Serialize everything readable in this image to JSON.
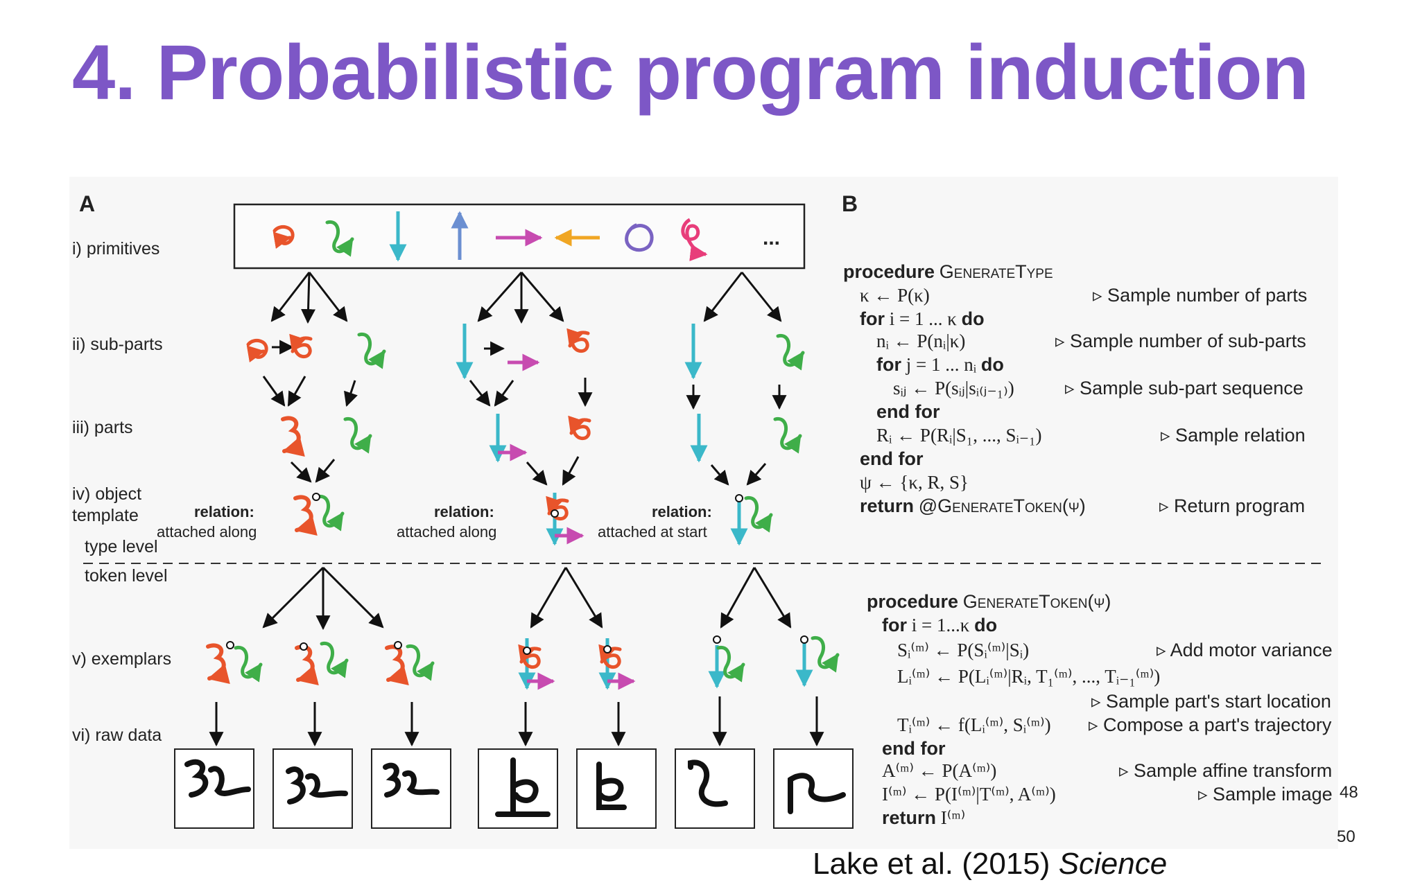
{
  "slide": {
    "title": "4. Probabilistic program induction",
    "citation_authors": "Lake et al. (2015)",
    "citation_journal": "Science",
    "page_number": "48",
    "slide_number": "50"
  },
  "panel_a": {
    "label": "A",
    "levels": {
      "primitives": "i) primitives",
      "subparts": "ii) sub-parts",
      "parts": "iii) parts",
      "object_template_1": "iv) object",
      "object_template_2": "template",
      "exemplars": "v) exemplars",
      "raw_data": "vi) raw data"
    },
    "type_level": "type level",
    "token_level": "token level",
    "primitives_more": "...",
    "relations": [
      {
        "title": "relation:",
        "value": "attached along"
      },
      {
        "title": "relation:",
        "value": "attached along"
      },
      {
        "title": "relation:",
        "value": "attached at start"
      }
    ],
    "colors": {
      "red": "#e8542b",
      "green": "#3fae49",
      "cyan": "#3bb8c9",
      "blue": "#6b8fd1",
      "magenta": "#c74bb0",
      "orange": "#f0a623",
      "purple": "#7a63c2",
      "pink": "#e83d7a"
    }
  },
  "panel_b": {
    "label": "B",
    "procedure_kw": "procedure",
    "generate_type": "GenerateType",
    "generate_token": "GenerateToken(ψ)",
    "for_kw": "for",
    "do_kw": "do",
    "end_for": "end for",
    "return_kw": "return",
    "type_lines": {
      "kappa": "κ ← P(κ)",
      "for_i": "i = 1 ... κ",
      "ni": "nᵢ ← P(nᵢ|κ)",
      "for_j": "j = 1 ... nᵢ",
      "sij": "sᵢⱼ ← P(sᵢⱼ|sᵢ₍ⱼ₋₁₎)",
      "ri": "Rᵢ ← P(Rᵢ|S₁, ..., Sᵢ₋₁)",
      "psi": "ψ ← {κ, R, S}",
      "return_token": "@GenerateToken(ψ)"
    },
    "type_comments": {
      "num_parts": "▹ Sample number of parts",
      "num_subparts": "▹ Sample number of sub-parts",
      "subpart_seq": "▹ Sample sub-part sequence",
      "relation": "▹ Sample relation",
      "return_program": "▹ Return program"
    },
    "token_lines": {
      "for_i": "i = 1...κ",
      "s": "Sᵢ⁽ᵐ⁾ ← P(Sᵢ⁽ᵐ⁾|Sᵢ)",
      "l": "Lᵢ⁽ᵐ⁾ ← P(Lᵢ⁽ᵐ⁾|Rᵢ, T₁⁽ᵐ⁾, ..., Tᵢ₋₁⁽ᵐ⁾)",
      "t": "Tᵢ⁽ᵐ⁾ ← f(Lᵢ⁽ᵐ⁾, Sᵢ⁽ᵐ⁾)",
      "a": "A⁽ᵐ⁾ ← P(A⁽ᵐ⁾)",
      "i": "I⁽ᵐ⁾ ← P(I⁽ᵐ⁾|T⁽ᵐ⁾, A⁽ᵐ⁾)",
      "return_i": "I⁽ᵐ⁾"
    },
    "token_comments": {
      "motor": "▹ Add motor variance",
      "start_loc": "▹ Sample part's start location",
      "trajectory": "▹ Compose a part's trajectory",
      "affine": "▹ Sample affine transform",
      "image": "▹ Sample image"
    }
  }
}
